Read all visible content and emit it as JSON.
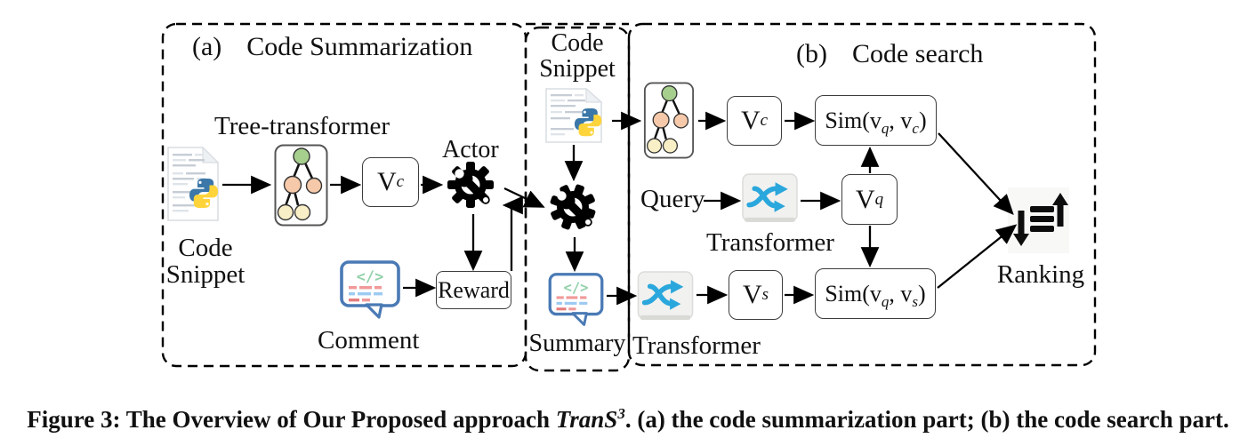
{
  "figure": {
    "caption": {
      "lead": "Figure 3: The Overview of Our Proposed approach ",
      "approach_name": "TranS",
      "approach_sup": "3",
      "rest": ". (a) the code summarization part; (b) the code search part."
    }
  },
  "section_a": {
    "tag": "(a)",
    "title": "Code Summarization",
    "code_snippet_line1": "Code",
    "code_snippet_line2": "Snippet",
    "tree_transformer_label": "Tree-transformer",
    "vc": {
      "base": "V",
      "sub": "c"
    },
    "actor_label": "Actor",
    "reward_label": "Reward",
    "comment_label": "Comment"
  },
  "middle": {
    "code_snippet_line1": "Code",
    "code_snippet_line2": "Snippet",
    "summary_label": "Summary"
  },
  "section_b": {
    "tag": "(b)",
    "title": "Code search",
    "query_label": "Query",
    "transformer_label_query": "Transformer",
    "transformer_label_summary": "Transformer",
    "vc": {
      "base": "V",
      "sub": "c"
    },
    "vq": {
      "base": "V",
      "sub": "q"
    },
    "vs": {
      "base": "V",
      "sub": "s"
    },
    "sim_qc": {
      "pre": "Sim(v",
      "sub1": "q",
      "mid": ", v",
      "sub2": "c",
      "post": ")"
    },
    "sim_qs": {
      "pre": "Sim(v",
      "sub1": "q",
      "mid": ", v",
      "sub2": "s",
      "post": ")"
    },
    "ranking_label": "Ranking"
  },
  "icons": {
    "comment_code_text": "</>",
    "names": [
      "python-code-file-icon",
      "tree-transformer-icon",
      "gear-wrench-actor-icon",
      "comment-bubble-icon",
      "transformer-shuffle-icon",
      "ranking-sort-icon"
    ],
    "colors": {
      "tree_root_green": "#a6cf8e",
      "tree_mid_peach": "#f5c9a9",
      "tree_leaf_cream": "#f9efc6",
      "python_blue": "#3b77a8",
      "python_yellow": "#ffd43b",
      "comment_border_blue": "#4a7ab5",
      "comment_code_green": "#93d1aa",
      "comment_line_pink": "#f19999",
      "comment_line_blue": "#9ccaf2",
      "transformer_arrow_blue": "#2aa7dc",
      "line_color": "#000000"
    }
  }
}
